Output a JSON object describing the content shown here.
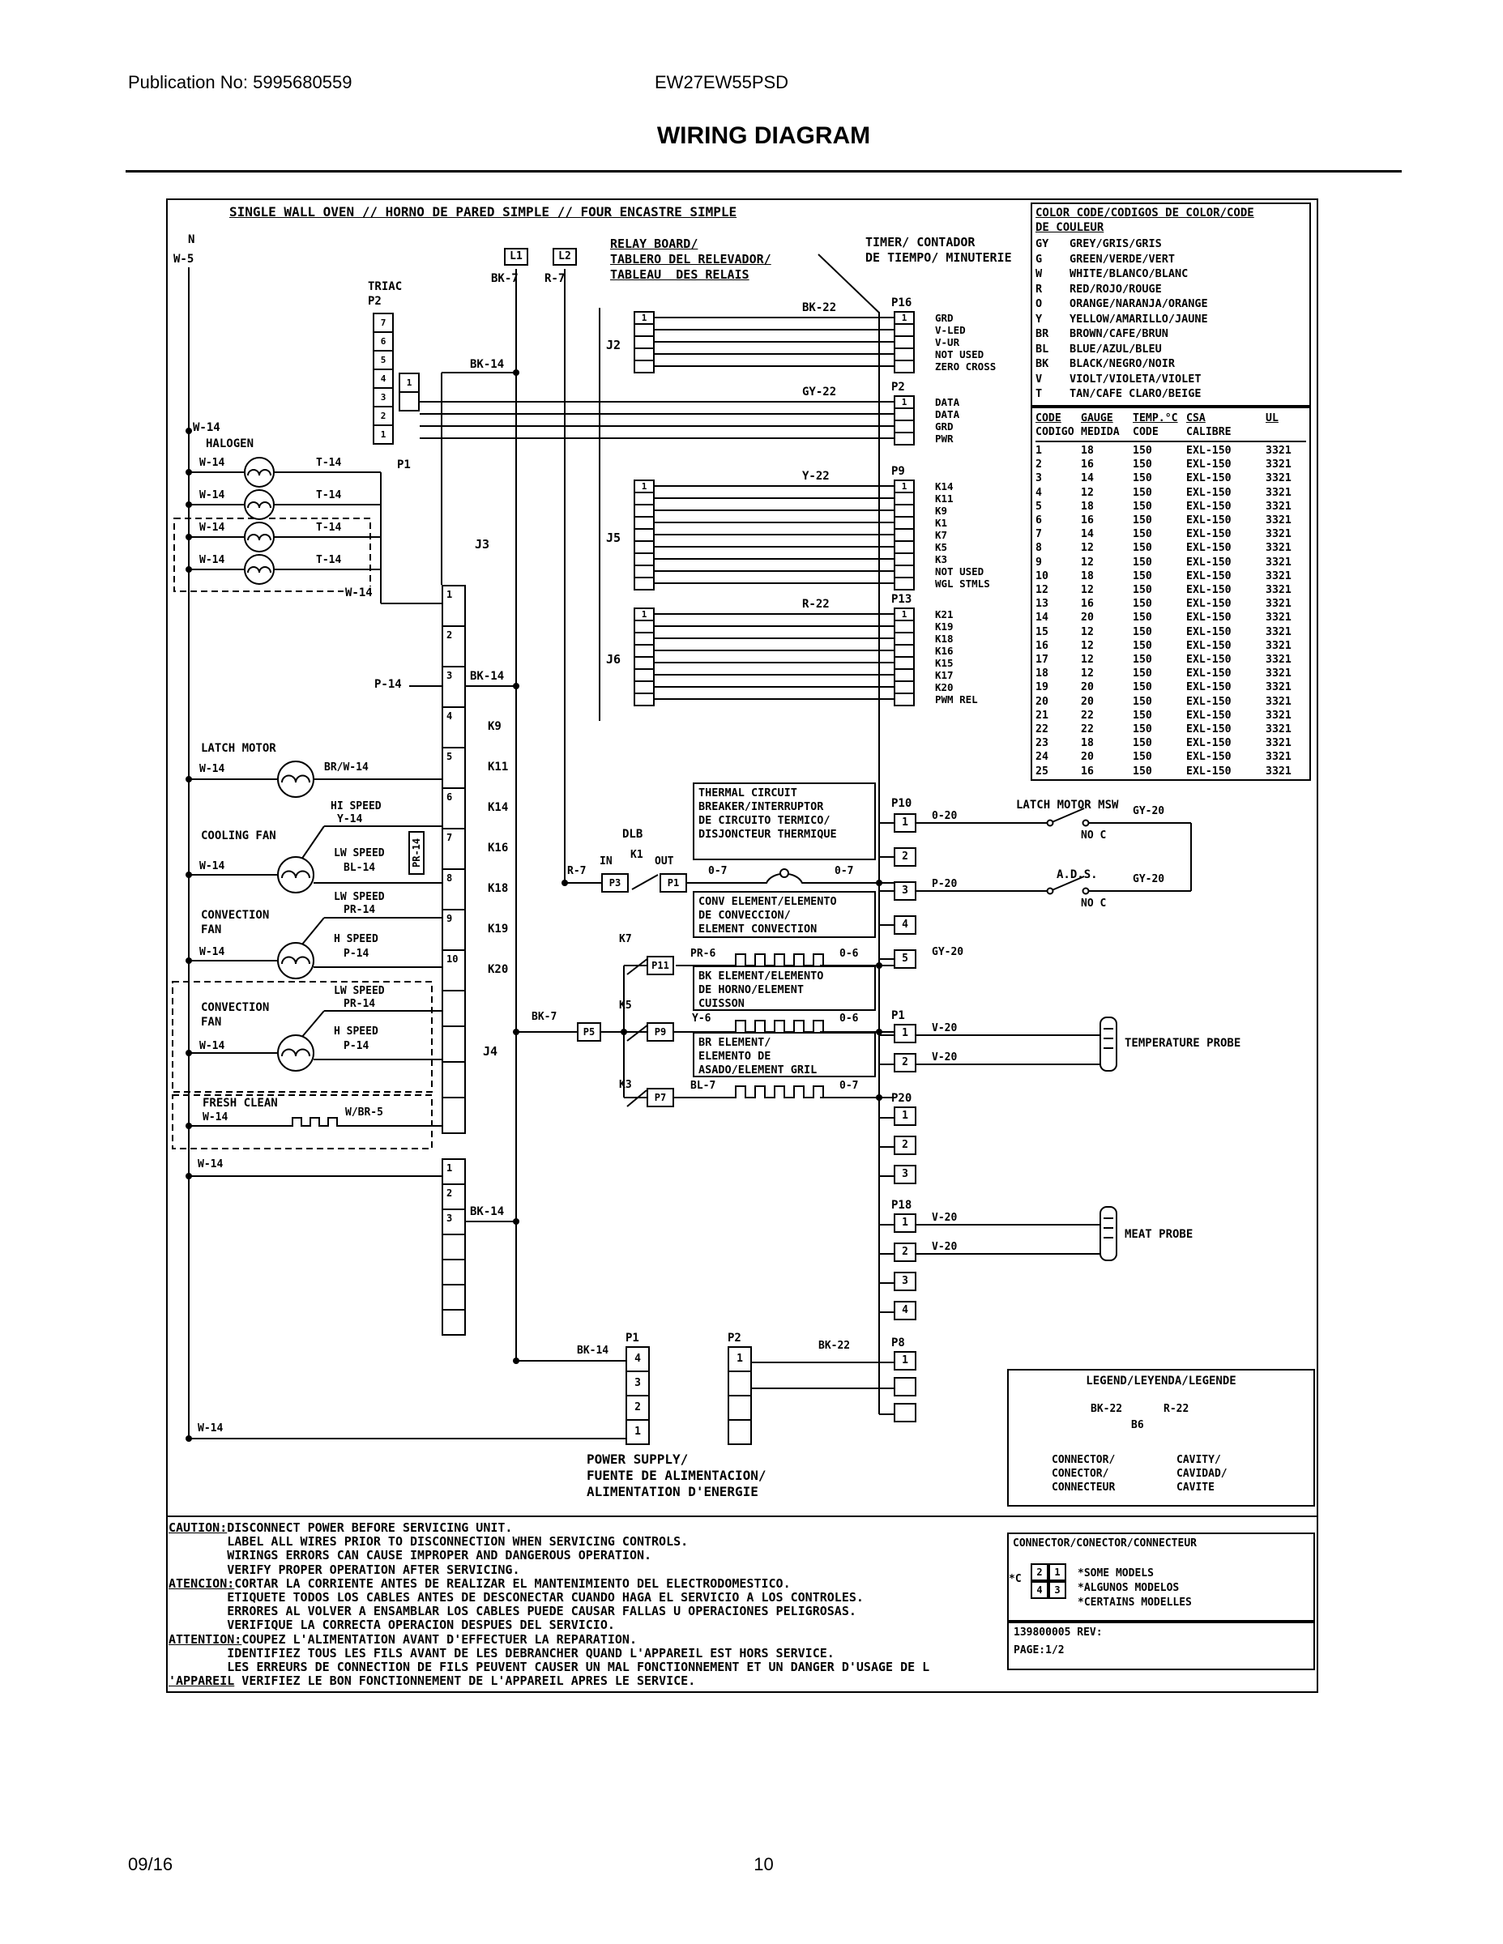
{
  "header": {
    "publication": "Publication No: 5995680559",
    "model": "EW27EW55PSD",
    "title": "WIRING DIAGRAM"
  },
  "footer": {
    "date": "09/16",
    "page": "10"
  },
  "diagram": {
    "title": "SINGLE WALL OVEN // HORNO DE PARED SIMPLE // FOUR ENCASTRE SIMPLE",
    "n": "N",
    "w5": "W-5",
    "triac": {
      "name": "TRIAC",
      "p2": "P2",
      "pins": [
        "7",
        "6",
        "5",
        "4",
        "3",
        "2",
        "1"
      ],
      "p1_pins": [
        "1",
        ""
      ],
      "p1": "P1"
    },
    "l1": "L1",
    "l2": "L2",
    "bk7": "BK-7",
    "r7": "R-7",
    "relay_board": [
      "RELAY BOARD/",
      "TABLERO DEL RELEVADOR/",
      "TABLEAU  DES RELAIS"
    ],
    "timer_label": [
      "TIMER/ CONTADOR",
      "DE TIEMPO/ MINUTERIE"
    ],
    "connectors": {
      "j2": {
        "name": "J2",
        "pins": [
          "1",
          "",
          "",
          "",
          ""
        ]
      },
      "p16": {
        "name": "P16",
        "pins": [
          "1",
          "",
          "",
          "",
          ""
        ],
        "labels": [
          "GRD",
          "V-LED",
          "V-UR",
          "NOT USED",
          "ZERO CROSS"
        ]
      },
      "p2t": {
        "name": "P2",
        "pins": [
          "1",
          "",
          "",
          ""
        ],
        "labels": [
          "DATA",
          "DATA",
          "GRD",
          "PWR"
        ]
      },
      "j5": {
        "name": "J5",
        "pins": [
          "1",
          "",
          "",
          "",
          "",
          "",
          "",
          "",
          ""
        ]
      },
      "p9": {
        "name": "P9",
        "pins": [
          "1",
          "",
          "",
          "",
          "",
          "",
          "",
          "",
          ""
        ],
        "labels": [
          "K14",
          "K11",
          "K9",
          "K1",
          "K7",
          "K5",
          "K3",
          "NOT USED",
          "WGL STMLS"
        ]
      },
      "j6": {
        "name": "J6",
        "pins": [
          "1",
          "",
          "",
          "",
          "",
          "",
          "",
          ""
        ]
      },
      "p13": {
        "name": "P13",
        "pins": [
          "1",
          "",
          "",
          "",
          "",
          "",
          "",
          ""
        ],
        "labels": [
          "K21",
          "K19",
          "K18",
          "K16",
          "K15",
          "K17",
          "K20",
          "PWM REL"
        ]
      },
      "p10": {
        "name": "P10",
        "pins": [
          "1",
          "2",
          "3",
          "4",
          "5"
        ]
      },
      "p1probe": {
        "name": "P1",
        "pins": [
          "1",
          "2"
        ]
      },
      "p20": {
        "name": "P20",
        "pins": [
          "1",
          "2",
          "3"
        ]
      },
      "p18": {
        "name": "P18",
        "pins": [
          "1",
          "2",
          "3",
          "4"
        ]
      },
      "p1pwr": {
        "name": "P1",
        "pins": [
          "4",
          "3",
          "2",
          "1"
        ]
      },
      "p2pwr": {
        "name": "P2",
        "pins": [
          "1",
          "",
          "",
          ""
        ]
      },
      "p8": {
        "name": "P8",
        "pins": [
          "1",
          "",
          ""
        ]
      }
    },
    "j3": "J3",
    "j4": "J4",
    "j3_cells": [
      "1",
      "2",
      "3",
      "4",
      "5",
      "6",
      "7",
      "8",
      "9",
      "10"
    ],
    "j3_klabels": [
      "",
      "",
      "",
      "K9",
      "K11",
      "K14",
      "K16",
      "K18",
      "K19",
      "K20"
    ],
    "j3_cells2": [
      "",
      "",
      "",
      ""
    ],
    "j4_cells": [
      "1",
      "2",
      "3",
      "",
      "",
      "",
      ""
    ],
    "halogen": {
      "title": "HALOGEN",
      "left": "W-14",
      "right": "T-14"
    },
    "latch": {
      "title": "LATCH MOTOR",
      "left": "W-14",
      "right": "BR/W-14"
    },
    "cooling": {
      "title": "COOLING FAN",
      "hi": "HI SPEED",
      "hi_wire": "Y-14",
      "lw": "LW SPEED",
      "lw_wire": "BL-14",
      "left": "W-14"
    },
    "conv1": {
      "title1": "CONVECTION",
      "title2": "FAN",
      "lw": "LW SPEED",
      "lw_wire": "PR-14",
      "h": "H SPEED",
      "h_wire": "P-14",
      "left": "W-14"
    },
    "conv2": {
      "title1": "CONVECTION",
      "title2": "FAN",
      "lw": "LW SPEED",
      "lw_wire": "PR-14",
      "h": "H SPEED",
      "h_wire": "P-14",
      "left": "W-14"
    },
    "fresh": {
      "title": "FRESH CLEAN",
      "left": "W-14",
      "wire": "W/BR-5"
    },
    "pr14_vert": "PR-14",
    "dlb": {
      "title": "DLB",
      "in": "IN",
      "k1": "K1",
      "out": "OUT",
      "r7": "R-7",
      "p3": "P3",
      "p1": "P1",
      "o7a": "0-7",
      "o7b": "0-7"
    },
    "thermal": [
      "THERMAL CIRCUIT",
      "BREAKER/INTERRUPTOR",
      "DE CIRCUITO TERMICO/",
      "DISJONCTEUR THERMIQUE"
    ],
    "conv_element": [
      "CONV ELEMENT/ELEMENTO",
      "DE CONVECCION/",
      "ELEMENT CONVECTION"
    ],
    "bk_element": [
      "BK ELEMENT/ELEMENTO",
      "DE HORNO/ELEMENT",
      "CUISSON"
    ],
    "br_element": [
      "BR ELEMENT/",
      "ELEMENTO DE",
      "ASADO/ELEMENT GRIL"
    ],
    "k7": {
      "k": "K7",
      "p": "P11",
      "in": "PR-6",
      "out": "0-6"
    },
    "k5": {
      "k": "K5",
      "p": "P9",
      "in": "Y-6",
      "out": "0-6",
      "bk7": "BK-7",
      "p5": "P5"
    },
    "k3": {
      "k": "K3",
      "p": "P7",
      "in": "BL-7",
      "out": "0-7"
    },
    "msw": {
      "title": "LATCH MOTOR MSW",
      "wire": "GY-20",
      "noc": "NO C"
    },
    "ads": {
      "title": "A.D.S.",
      "wire": "GY-20",
      "noc": "NO C"
    },
    "temp_probe": "TEMPERATURE PROBE",
    "meat_probe": "MEAT PROBE",
    "wires": {
      "bk14_top": "BK-14",
      "w14_rail": "W-14",
      "bk22_j2": "BK-22",
      "gy22": "GY-22",
      "y22": "Y-22",
      "r22": "R-22",
      "w14_strip": "W-14",
      "p14": "P-14",
      "bk14_strip": "BK-14",
      "bk14_low": "BK-14",
      "w14_bot": "W-14",
      "w14_pwr": "W-14",
      "bk14_pwr": "BK-14",
      "bk22_pwr": "BK-22",
      "o20": "0-20",
      "p20": "P-20",
      "gy20": "GY-20",
      "v20a": "V-20",
      "v20b": "V-20",
      "v20c": "V-20",
      "v20d": "V-20"
    },
    "power_supply": [
      "POWER SUPPLY/",
      "FUENTE DE ALIMENTACION/",
      "ALIMENTATION D'ENERGIE"
    ]
  },
  "color_code": {
    "title": [
      "COLOR CODE/CODIGOS DE COLOR/CODE",
      "DE COULEUR"
    ],
    "entries": [
      {
        "code": "GY",
        "name": "GREY/GRIS/GRIS"
      },
      {
        "code": "G",
        "name": "GREEN/VERDE/VERT"
      },
      {
        "code": "W",
        "name": "WHITE/BLANCO/BLANC"
      },
      {
        "code": "R",
        "name": "RED/ROJO/ROUGE"
      },
      {
        "code": "O",
        "name": "ORANGE/NARANJA/ORANGE"
      },
      {
        "code": "Y",
        "name": "YELLOW/AMARILLO/JAUNE"
      },
      {
        "code": "BR",
        "name": "BROWN/CAFE/BRUN"
      },
      {
        "code": "BL",
        "name": "BLUE/AZUL/BLEU"
      },
      {
        "code": "BK",
        "name": "BLACK/NEGRO/NOIR"
      },
      {
        "code": "V",
        "name": "VIOLT/VIOLETA/VIOLET"
      },
      {
        "code": "T",
        "name": "TAN/CAFE CLARO/BEIGE"
      }
    ]
  },
  "gauge_table": {
    "head1": [
      "CODE",
      "GAUGE",
      "TEMP.°C",
      "CSA",
      "UL"
    ],
    "head2": [
      "CODIGO",
      "MEDIDA",
      "CODE",
      "CALIBRE",
      ""
    ],
    "rows": [
      [
        "1",
        "18",
        "150",
        "EXL-150",
        "3321"
      ],
      [
        "2",
        "16",
        "150",
        "EXL-150",
        "3321"
      ],
      [
        "3",
        "14",
        "150",
        "EXL-150",
        "3321"
      ],
      [
        "4",
        "12",
        "150",
        "EXL-150",
        "3321"
      ],
      [
        "5",
        "18",
        "150",
        "EXL-150",
        "3321"
      ],
      [
        "6",
        "16",
        "150",
        "EXL-150",
        "3321"
      ],
      [
        "7",
        "14",
        "150",
        "EXL-150",
        "3321"
      ],
      [
        "8",
        "12",
        "150",
        "EXL-150",
        "3321"
      ],
      [
        "9",
        "12",
        "150",
        "EXL-150",
        "3321"
      ],
      [
        "10",
        "18",
        "150",
        "EXL-150",
        "3321"
      ],
      [
        "12",
        "12",
        "150",
        "EXL-150",
        "3321"
      ],
      [
        "13",
        "16",
        "150",
        "EXL-150",
        "3321"
      ],
      [
        "14",
        "20",
        "150",
        "EXL-150",
        "3321"
      ],
      [
        "15",
        "12",
        "150",
        "EXL-150",
        "3321"
      ],
      [
        "16",
        "12",
        "150",
        "EXL-150",
        "3321"
      ],
      [
        "17",
        "12",
        "150",
        "EXL-150",
        "3321"
      ],
      [
        "18",
        "12",
        "150",
        "EXL-150",
        "3321"
      ],
      [
        "19",
        "20",
        "150",
        "EXL-150",
        "3321"
      ],
      [
        "20",
        "20",
        "150",
        "EXL-150",
        "3321"
      ],
      [
        "21",
        "22",
        "150",
        "EXL-150",
        "3321"
      ],
      [
        "22",
        "22",
        "150",
        "EXL-150",
        "3321"
      ],
      [
        "23",
        "18",
        "150",
        "EXL-150",
        "3321"
      ],
      [
        "24",
        "20",
        "150",
        "EXL-150",
        "3321"
      ],
      [
        "25",
        "16",
        "150",
        "EXL-150",
        "3321"
      ]
    ]
  },
  "legend": {
    "title": "LEGEND/LEYENDA/LEGENDE",
    "bk22": "BK-22",
    "r22": "R-22",
    "b6": "B6",
    "connector": [
      "CONNECTOR/",
      "CONECTOR/",
      "CONNECTEUR"
    ],
    "cavity": [
      "CAVITY/",
      "CAVIDAD/",
      "CAVITE"
    ]
  },
  "connector_box": {
    "title": "CONNECTOR/CONECTOR/CONNECTEUR",
    "c": "*C",
    "grid": [
      "2",
      "1",
      "4",
      "3"
    ],
    "notes": [
      "*SOME MODELS",
      "*ALGUNOS MODELOS",
      "*CERTAINS MODELLES"
    ]
  },
  "page_box": {
    "rev": "139800005 REV:",
    "page": "PAGE:1/2"
  },
  "cautions": [
    {
      "u": "CAUTION:",
      "t": "DISCONNECT POWER BEFORE SERVICING UNIT."
    },
    {
      "u": "",
      "t": "        LABEL ALL WIRES PRIOR TO DISCONNECTION WHEN SERVICING CONTROLS."
    },
    {
      "u": "",
      "t": "        WIRINGS ERRORS CAN CAUSE IMPROPER AND DANGEROUS OPERATION."
    },
    {
      "u": "",
      "t": "        VERIFY PROPER OPERATION AFTER SERVICING."
    },
    {
      "u": "ATENCION:",
      "t": "CORTAR LA CORRIENTE ANTES DE REALIZAR EL MANTENIMIENTO DEL ELECTRODOMESTICO."
    },
    {
      "u": "",
      "t": "        ETIQUETE TODOS LOS CABLES ANTES DE DESCONECTAR CUANDO HAGA EL SERVICIO A LOS CONTROLES."
    },
    {
      "u": "",
      "t": "        ERRORES AL VOLVER A ENSAMBLAR LOS CABLES PUEDE CAUSAR FALLAS U OPERACIONES PELIGROSAS."
    },
    {
      "u": "",
      "t": "        VERIFIQUE LA CORRECTA OPERACION DESPUES DEL SERVICIO."
    },
    {
      "u": "ATTENTION:",
      "t": "COUPEZ L'ALIMENTATION AVANT D'EFFECTUER LA REPARATION."
    },
    {
      "u": "",
      "t": "        IDENTIFIEZ TOUS LES FILS AVANT DE LES DEBRANCHER QUAND L'APPAREIL EST HORS SERVICE."
    },
    {
      "u": "",
      "t": "        LES ERREURS DE CONNECTION DE FILS PEUVENT CAUSER UN MAL FONCTIONNEMENT ET UN DANGER D'USAGE DE L"
    },
    {
      "u": "'APPAREIL",
      "t": " VERIFIEZ LE BON FONCTIONNEMENT DE L'APPAREIL APRES LE SERVICE."
    }
  ]
}
